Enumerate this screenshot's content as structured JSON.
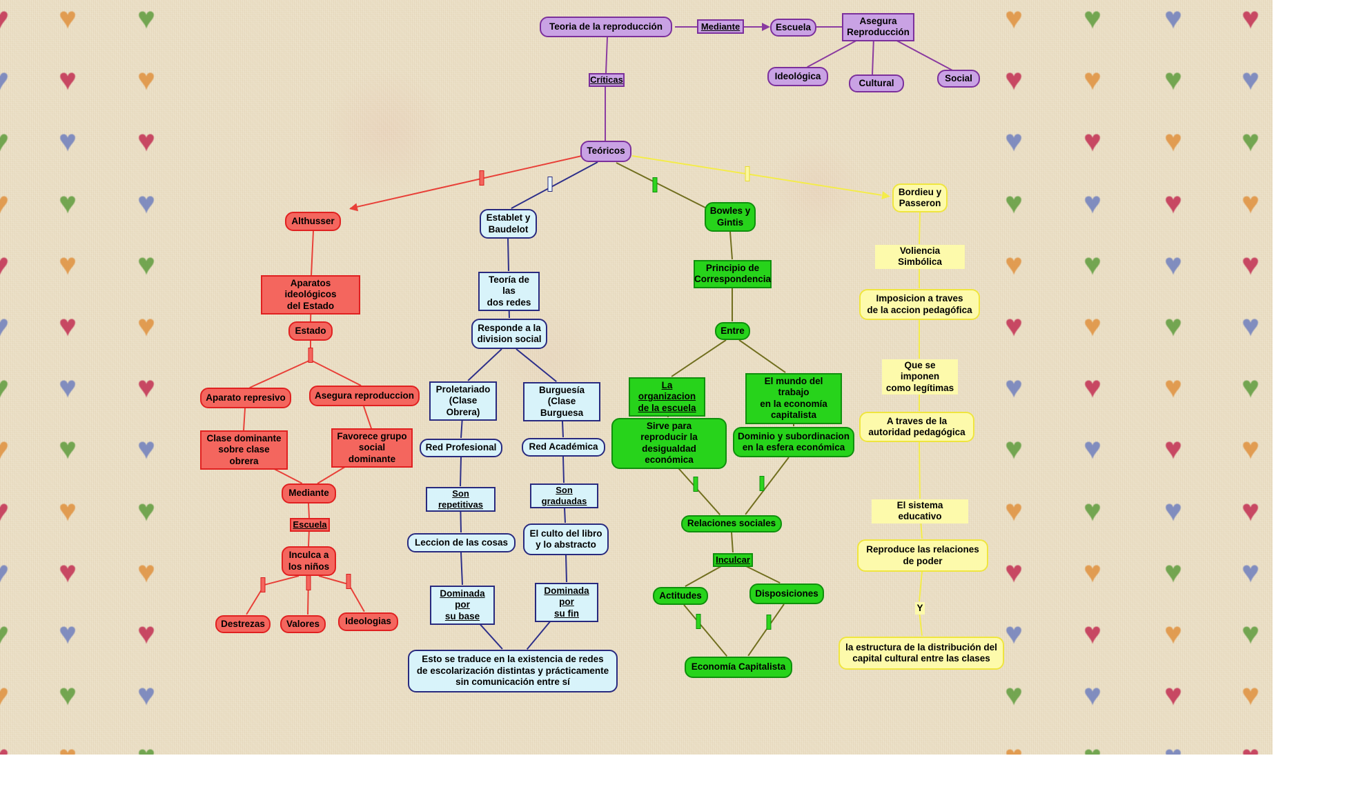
{
  "background": {
    "paper_color": "#EADEC4",
    "heart_pattern": [
      "orange",
      "red",
      "blue",
      "green"
    ],
    "heart_colors": {
      "orange": "#E0913E",
      "red": "#C22E52",
      "blue": "#6F7FBE",
      "green": "#5F9C3D"
    }
  },
  "groups": {
    "purple": {
      "fill": "#C9A2E4",
      "border": "#7B2F9B",
      "line": "#8A3AA0"
    },
    "red": {
      "fill": "#F4665E",
      "border": "#E02020",
      "line": "#E84038"
    },
    "blue": {
      "fill": "#D8F3FA",
      "border": "#28297E",
      "line": "#2D2F8A"
    },
    "green": {
      "fill": "#27D31B",
      "border": "#0F8F0C",
      "line": "#716F1F"
    },
    "yellow": {
      "fill": "#FDFAAB",
      "border": "#EFE53E",
      "line": "#F4EC49"
    }
  },
  "nodes": [
    {
      "id": "teoria",
      "label": "Teoria de la reproducción",
      "group": "purple",
      "shape": "round"
    },
    {
      "id": "mediante",
      "label": "Mediante",
      "group": "purple",
      "shape": "label",
      "underline": true
    },
    {
      "id": "escuela_p",
      "label": "Escuela",
      "group": "purple",
      "shape": "round"
    },
    {
      "id": "asegura_rep",
      "label": "Asegura\nReproducción",
      "group": "purple",
      "shape": "rect"
    },
    {
      "id": "ideologica",
      "label": "Ideológica",
      "group": "purple",
      "shape": "round"
    },
    {
      "id": "cultural",
      "label": "Cultural",
      "group": "purple",
      "shape": "round"
    },
    {
      "id": "social",
      "label": "Social",
      "group": "purple",
      "shape": "round"
    },
    {
      "id": "criticas",
      "label": "Críticas",
      "group": "purple",
      "shape": "label",
      "underline": true
    },
    {
      "id": "teoricos",
      "label": "Teóricos",
      "group": "purple",
      "shape": "round"
    },
    {
      "id": "althusser",
      "label": "Althusser",
      "group": "red",
      "shape": "round"
    },
    {
      "id": "aie",
      "label": "Aparatos ideológicos\ndel Estado",
      "group": "red",
      "shape": "rect"
    },
    {
      "id": "estado",
      "label": "Estado",
      "group": "red",
      "shape": "round"
    },
    {
      "id": "ap_represivo",
      "label": "Aparato represivo",
      "group": "red",
      "shape": "round"
    },
    {
      "id": "aseg_repro",
      "label": "Asegura reproduccion",
      "group": "red",
      "shape": "round"
    },
    {
      "id": "clase_dom",
      "label": "Clase dominante\nsobre clase obrera",
      "group": "red",
      "shape": "rect"
    },
    {
      "id": "favorece",
      "label": "Favorece grupo\nsocial dominante",
      "group": "red",
      "shape": "rect"
    },
    {
      "id": "mediante_r",
      "label": "Mediante",
      "group": "red",
      "shape": "round"
    },
    {
      "id": "escuela_r",
      "label": "Escuela",
      "group": "red",
      "shape": "label",
      "underline": true
    },
    {
      "id": "inculca",
      "label": "Inculca a\nlos niños",
      "group": "red",
      "shape": "round"
    },
    {
      "id": "destrezas",
      "label": "Destrezas",
      "group": "red",
      "shape": "round"
    },
    {
      "id": "valores",
      "label": "Valores",
      "group": "red",
      "shape": "round"
    },
    {
      "id": "ideologias",
      "label": "Ideologias",
      "group": "red",
      "shape": "round"
    },
    {
      "id": "establet",
      "label": "Establet y\nBaudelot",
      "group": "blue",
      "shape": "round"
    },
    {
      "id": "teoria2redes",
      "label": "Teoría de las\ndos redes",
      "group": "blue",
      "shape": "rect"
    },
    {
      "id": "responde",
      "label": "Responde a la\ndivision social",
      "group": "blue",
      "shape": "round"
    },
    {
      "id": "proletariado",
      "label": "Proletariado\n(Clase Obrera)",
      "group": "blue",
      "shape": "rect"
    },
    {
      "id": "burguesia",
      "label": "Burguesía\n(Clase Burguesa",
      "group": "blue",
      "shape": "rect"
    },
    {
      "id": "red_prof",
      "label": "Red Profesional",
      "group": "blue",
      "shape": "round"
    },
    {
      "id": "red_acad",
      "label": "Red Académica",
      "group": "blue",
      "shape": "round"
    },
    {
      "id": "son_rep",
      "label": "Son repetitivas",
      "group": "blue",
      "shape": "label",
      "underline": true
    },
    {
      "id": "son_grad",
      "label": "Son graduadas",
      "group": "blue",
      "shape": "label",
      "underline": true
    },
    {
      "id": "leccion",
      "label": "Leccion de las cosas",
      "group": "blue",
      "shape": "round"
    },
    {
      "id": "culto",
      "label": "El culto del libro\ny lo abstracto",
      "group": "blue",
      "shape": "round"
    },
    {
      "id": "dom_base",
      "label": "Dominada por\nsu base",
      "group": "blue",
      "shape": "rect",
      "underline": true
    },
    {
      "id": "dom_fin",
      "label": "Dominada por\nsu fin",
      "group": "blue",
      "shape": "rect",
      "underline": true
    },
    {
      "id": "esto",
      "label": "Esto se traduce en la existencia de redes\nde escolarización distintas y prácticamente\nsin comunicación entre sí",
      "group": "blue",
      "shape": "round"
    },
    {
      "id": "bowles",
      "label": "Bowles y\nGintis",
      "group": "green",
      "shape": "round"
    },
    {
      "id": "principio",
      "label": "Principio de\nCorrespondencia",
      "group": "green",
      "shape": "rect"
    },
    {
      "id": "entre",
      "label": "Entre",
      "group": "green",
      "shape": "round"
    },
    {
      "id": "org_escuela",
      "label": "La organizacion\nde la escuela",
      "group": "green",
      "shape": "rect",
      "underline": true
    },
    {
      "id": "mundo",
      "label": "El mundo del trabajo\nen la economía\ncapitalista",
      "group": "green",
      "shape": "rect"
    },
    {
      "id": "sirve",
      "label": "Sirve para\nreproducir la\ndesigualdad económica",
      "group": "green",
      "shape": "round"
    },
    {
      "id": "dominio",
      "label": "Dominio y subordinacion\nen la esfera económica",
      "group": "green",
      "shape": "round"
    },
    {
      "id": "rel_soc",
      "label": "Relaciones sociales",
      "group": "green",
      "shape": "round"
    },
    {
      "id": "inculcar",
      "label": "Inculcar",
      "group": "green",
      "shape": "label",
      "underline": true
    },
    {
      "id": "actitudes",
      "label": "Actitudes",
      "group": "green",
      "shape": "round"
    },
    {
      "id": "disposiciones",
      "label": "Disposiciones",
      "group": "green",
      "shape": "round"
    },
    {
      "id": "economia",
      "label": "Economía Capitalista",
      "group": "green",
      "shape": "round"
    },
    {
      "id": "bordieu",
      "label": "Bordieu y\nPasseron",
      "group": "yellow",
      "shape": "round"
    },
    {
      "id": "violencia",
      "label": "Voliencia Simbólica",
      "group": "yellow",
      "shape": "plain"
    },
    {
      "id": "imposicion",
      "label": "Imposicion a traves\nde la accion pedagófica",
      "group": "yellow",
      "shape": "round"
    },
    {
      "id": "que_imponen",
      "label": "Que se imponen\ncomo legítimas",
      "group": "yellow",
      "shape": "plain"
    },
    {
      "id": "a_traves",
      "label": "A traves de la\nautoridad pedagógica",
      "group": "yellow",
      "shape": "round"
    },
    {
      "id": "sistema",
      "label": "El sistema educativo",
      "group": "yellow",
      "shape": "plain"
    },
    {
      "id": "reproduce",
      "label": "Reproduce las relaciones\nde poder",
      "group": "yellow",
      "shape": "round"
    },
    {
      "id": "y_label",
      "label": "Y",
      "group": "yellow",
      "shape": "plain"
    },
    {
      "id": "estructura",
      "label": "la estructura de la distribución del\ncapital cultural entre las clases",
      "group": "yellow",
      "shape": "round"
    }
  ]
}
